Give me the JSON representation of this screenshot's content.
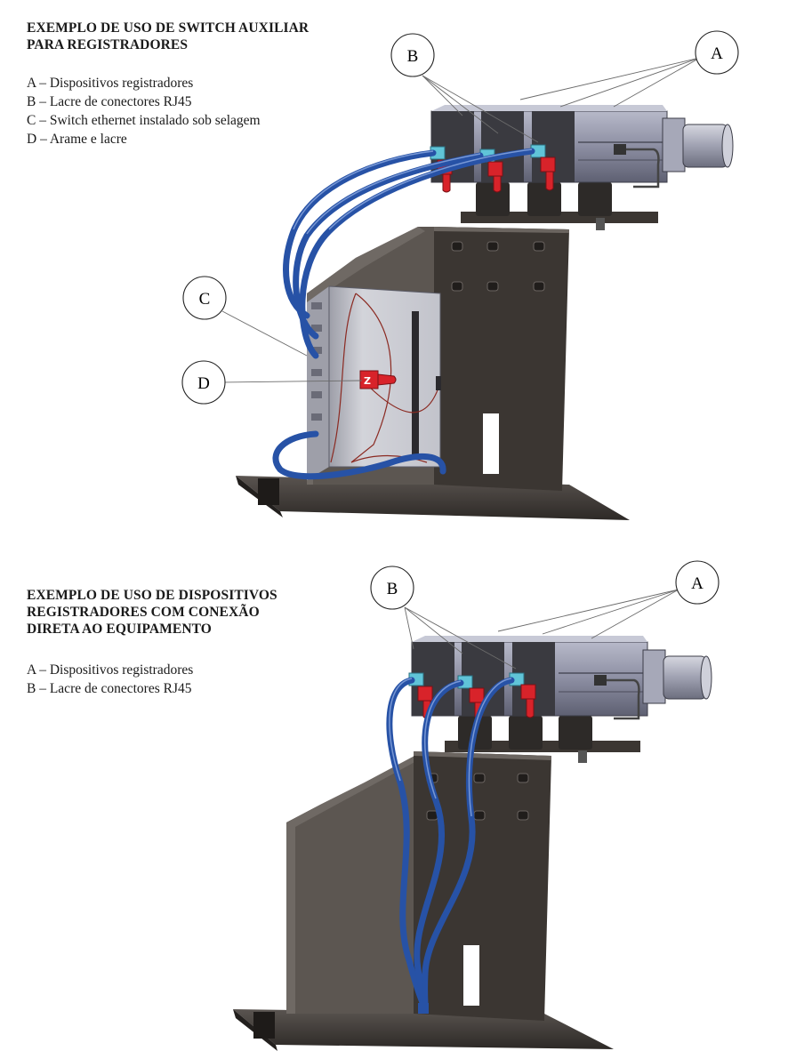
{
  "diagram1": {
    "title_line1": "EXEMPLO DE USO DE SWITCH AUXILIAR",
    "title_line2": "PARA REGISTRADORES",
    "legend": [
      "A – Dispositivos registradores",
      "B – Lacre de conectores RJ45",
      "C – Switch ethernet instalado sob selagem",
      "D – Arame e lacre"
    ],
    "callouts": {
      "a": "A",
      "b": "B",
      "c": "C",
      "d": "D"
    }
  },
  "diagram2": {
    "title_line1": "EXEMPLO DE USO DE DISPOSITIVOS",
    "title_line2": "REGISTRADORES COM CONEXÃO",
    "title_line3": "DIRETA AO EQUIPAMENTO",
    "legend": [
      "A – Dispositivos registradores",
      "B – Lacre de conectores RJ45"
    ],
    "callouts": {
      "a": "A",
      "b": "B"
    }
  },
  "colors": {
    "cable": "#2752a6",
    "seal": "#d8232a",
    "bracket": "#3b3632",
    "switch_body": "#c9c9d1",
    "device_body": "#8d8fa3",
    "lens": "#a9aab8"
  }
}
